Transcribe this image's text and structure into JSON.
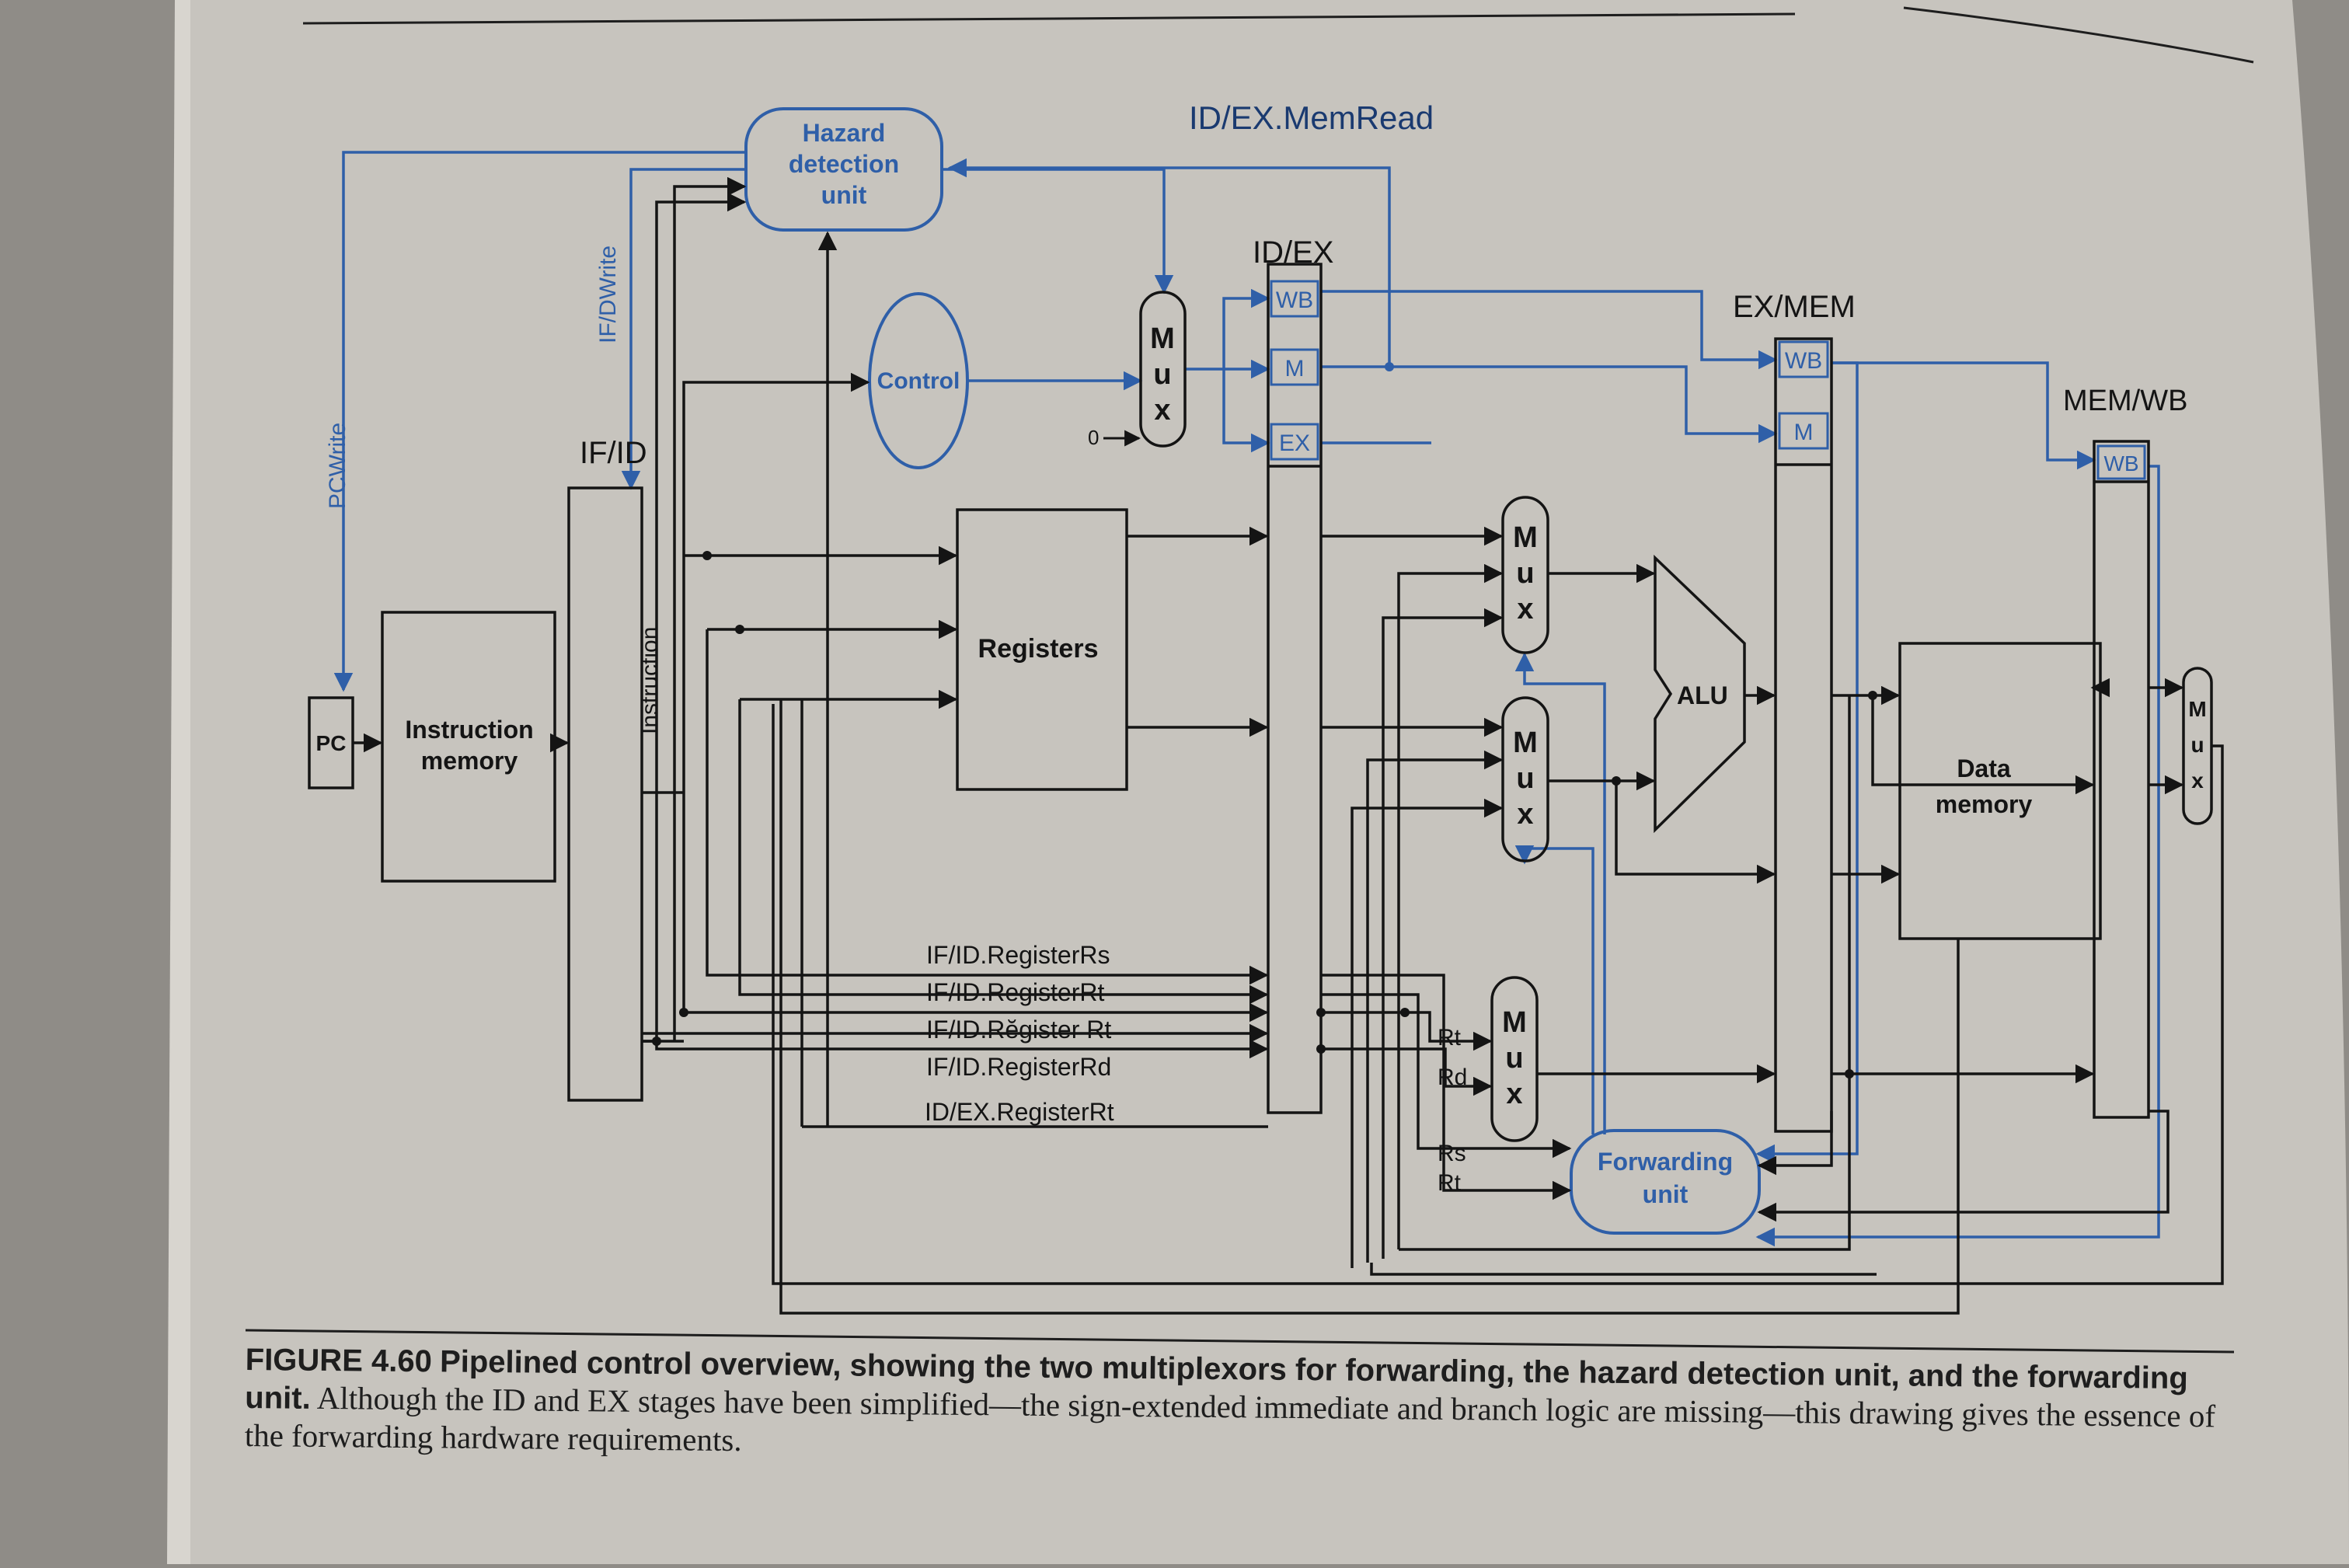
{
  "labels": {
    "pcwrite": "PCWrite",
    "ifdwrite": "IF/DWrite",
    "hazard_l1": "Hazard",
    "hazard_l2": "detection",
    "hazard_l3": "unit",
    "control": "Control",
    "idex_memread": "ID/EX.MemRead",
    "ifid": "IF/ID",
    "idex": "ID/EX",
    "exmem": "EX/MEM",
    "memwb": "MEM/WB",
    "wb": "WB",
    "m": "M",
    "ex": "EX",
    "mux_m": "M",
    "mux_u": "u",
    "mux_x": "x",
    "zero": "0",
    "pc": "PC",
    "imem_l1": "Instruction",
    "imem_l2": "memory",
    "instruction": "Instruction",
    "registers": "Registers",
    "alu": "ALU",
    "dmem_l1": "Data",
    "dmem_l2": "memory",
    "rs_reg": "IF/ID.RegisterRs",
    "rt_reg": "IF/ID.RegisterRt",
    "rt_reg2": "IF/ID.Rĕgister Rt",
    "rd_reg": "IF/ID.RegisterRd",
    "idex_rt": "ID/EX.RegisterRt",
    "rt": "Rt",
    "rd": "Rd",
    "rs": "Rs",
    "fwd_l1": "Forwarding",
    "fwd_l2": "unit"
  },
  "caption": {
    "label": "FIGURE 4.60",
    "title": "Pipelined control overview, showing the two multiplexors for forwarding, the hazard detection unit, and the forwarding unit.",
    "body": "Although the ID and EX stages have been simplified—the sign-extended immediate and branch logic are missing—this drawing gives the essence of the forwarding hardware requirements."
  },
  "colors": {
    "page": "#c9c6c0",
    "ink": "#141414",
    "blue": "#2f5fa8"
  }
}
